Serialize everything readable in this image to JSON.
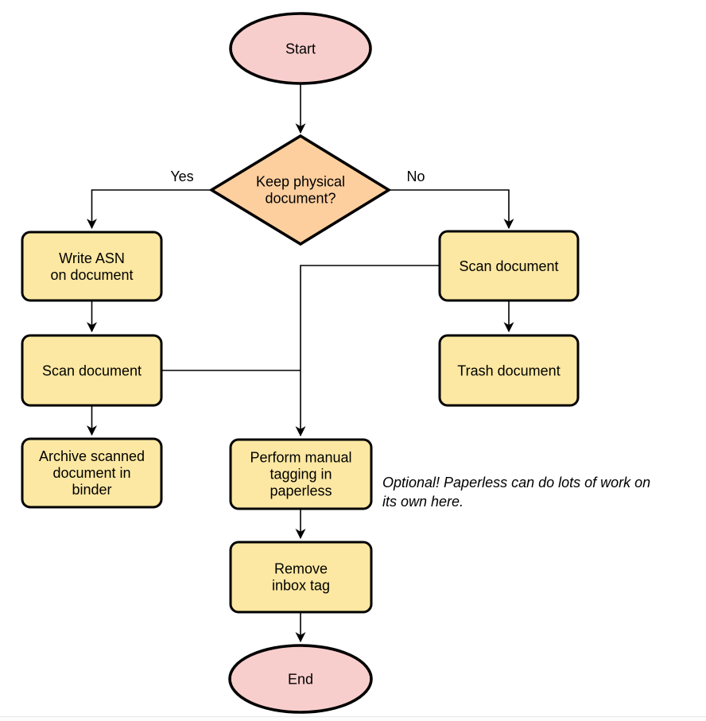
{
  "diagram": {
    "type": "flowchart",
    "nodes": {
      "start": {
        "label": "Start"
      },
      "decision": {
        "lines": [
          "Keep physical",
          "document?"
        ]
      },
      "write_asn": {
        "lines": [
          "Write ASN",
          "on document"
        ]
      },
      "scan_left": {
        "label": "Scan document"
      },
      "archive": {
        "lines": [
          "Archive scanned",
          "document in",
          "binder"
        ]
      },
      "scan_right": {
        "label": "Scan document"
      },
      "trash": {
        "label": "Trash document"
      },
      "tagging": {
        "lines": [
          "Perform manual",
          "tagging in",
          "paperless"
        ]
      },
      "remove_inbox": {
        "lines": [
          "Remove",
          "inbox tag"
        ]
      },
      "end": {
        "label": "End"
      }
    },
    "edge_labels": {
      "yes": "Yes",
      "no": "No"
    },
    "annotation": {
      "lines": [
        "Optional! Paperless can do lots of work on",
        "its own here."
      ]
    },
    "colors": {
      "terminator_fill": "#f8cecc",
      "decision_fill": "#fdcf9f",
      "process_fill": "#fce8a2",
      "stroke": "#000000",
      "bottom_divider": "#e9e9e9"
    }
  }
}
